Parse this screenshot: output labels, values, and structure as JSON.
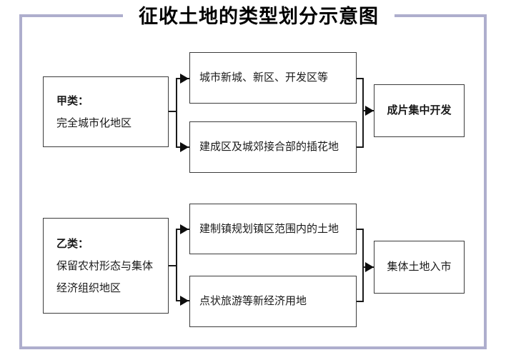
{
  "title": "征收土地的类型划分示意图",
  "frame": {
    "color": "#aeaecd"
  },
  "diagram": {
    "type": "flowchart",
    "box_border_color": "#3c3c3c",
    "connector_color": "#1a1a1a",
    "groups": [
      {
        "id": "group-a",
        "category": {
          "heading": "甲类：",
          "description": "完全城市化地区"
        },
        "branches": [
          "城市新城、新区、开发区等",
          "建成区及城郊接合部的插花地"
        ],
        "outcome": "成片集中开发"
      },
      {
        "id": "group-b",
        "category": {
          "heading": "乙类：",
          "description_line1": "保留农村形态与集体",
          "description_line2": "经济组织地区"
        },
        "branches": [
          "建制镇规划镇区范围内的土地",
          "点状旅游等新经济用地"
        ],
        "outcome": "集体土地入市"
      }
    ]
  }
}
